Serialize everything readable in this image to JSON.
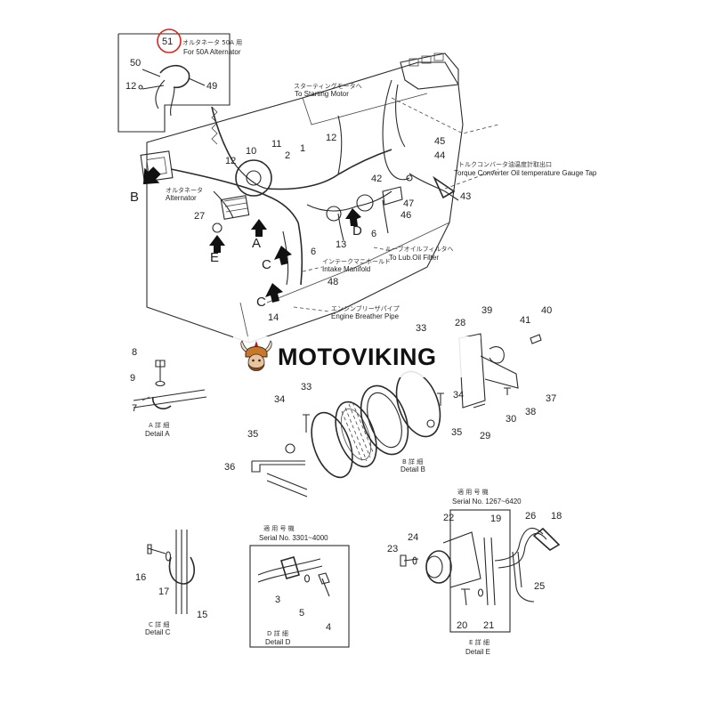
{
  "colors": {
    "line": "#2a2a2a",
    "highlight_circle": "#d9261c",
    "watermark_text": "#111111"
  },
  "watermark": {
    "text": "MOTOVIKING",
    "logo_icon": "viking-helmet-icon"
  },
  "top_inset": {
    "part_number": "51",
    "jp_label": "オルタネータ 50A 用",
    "en_label": "For 50A Alternator",
    "callouts": [
      "50",
      "12",
      "49"
    ]
  },
  "labels": {
    "to_starting_motor_jp": "スターティングモータへ",
    "to_starting_motor": "To Starting Motor",
    "torque_jp": "トルクコンバータ油温度計取出口",
    "torque": "Torque Converter Oil temperature Gauge Tap",
    "alternator_jp": "オルタネータ",
    "alternator": "Alternator",
    "lube_filter_jp": "ルーブオイルフィルタへ",
    "lube_filter": "To Lub.Oil Filter",
    "intake_jp": "インテークマニホールド",
    "intake": "Intake Manifold",
    "breather_jp": "エンジンブリーザパイプ",
    "breather": "Engine Breather Pipe"
  },
  "view_letters": [
    "A",
    "B",
    "C",
    "C",
    "D",
    "E"
  ],
  "main_callouts": [
    "10",
    "11",
    "12",
    "1",
    "2",
    "12",
    "45",
    "44",
    "42",
    "43",
    "47",
    "46",
    "27",
    "6",
    "13",
    "6",
    "48",
    "14",
    "33",
    "28",
    "39",
    "41",
    "40"
  ],
  "detail_a": {
    "jp": "A 詳 細",
    "en": "Detail A",
    "callouts": [
      "8",
      "9",
      "7"
    ]
  },
  "detail_b": {
    "jp": "B 詳 細",
    "en": "Detail B",
    "callouts": [
      "34",
      "33",
      "35",
      "36",
      "34",
      "35",
      "29",
      "30",
      "38",
      "37"
    ]
  },
  "detail_c": {
    "jp": "C 詳 細",
    "en": "Detail C",
    "callouts": [
      "16",
      "17",
      "15"
    ]
  },
  "detail_d": {
    "jp_serial": "適 用 号 機",
    "serial": "Serial No. 3301~4000",
    "jp": "D 詳 細",
    "en": "Detail D",
    "callouts": [
      "3",
      "5",
      "4"
    ]
  },
  "detail_e": {
    "jp_serial": "適 用 号 機",
    "serial": "Serial No. 1267~6420",
    "jp": "E 詳 細",
    "en": "Detail E",
    "callouts": [
      "22",
      "19",
      "26",
      "18",
      "24",
      "23",
      "25",
      "20",
      "21"
    ]
  }
}
